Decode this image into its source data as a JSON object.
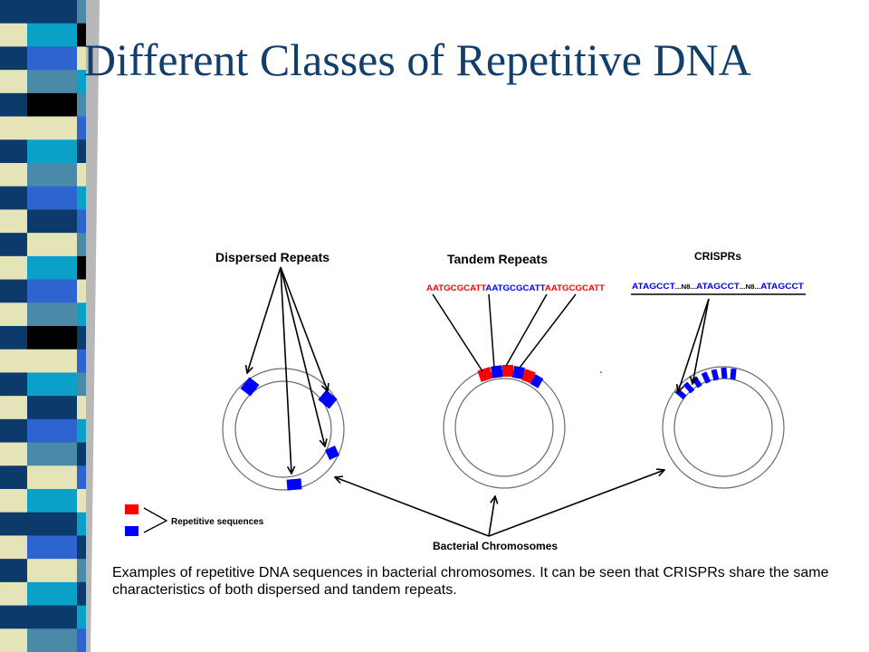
{
  "title": "Different Classes of Repetitive DNA",
  "diagram": {
    "labels": {
      "dispersed": "Dispersed Repeats",
      "tandem": "Tandem Repeats",
      "crisprs": "CRISPRs",
      "chromosomes": "Bacterial Chromosomes",
      "legend": "Repetitive sequences"
    },
    "tandem_sequence": [
      "AATGCGCATT",
      "AATGCGCATT",
      "AATGCGCATT"
    ],
    "crispr_sequence": [
      "ATAGCCT",
      "...N8...",
      "ATAGCCT",
      "...N8...",
      "ATAGCCT"
    ]
  },
  "caption": "Examples of repetitive DNA sequences in bacterial chromosomes.  It can be seen that CRISPRs share the same characteristics of both dispersed and tandem repeats.",
  "colors": {
    "title": "#123e6b",
    "repeat_red": "#ff0000",
    "repeat_blue": "#0000ff",
    "stripe_navy": "#0b3a6b",
    "stripe_cyan": "#0aa0c8",
    "stripe_teal": "#4a8aa8",
    "stripe_cream": "#e4e4b8",
    "stripe_royal": "#2e64d0"
  }
}
